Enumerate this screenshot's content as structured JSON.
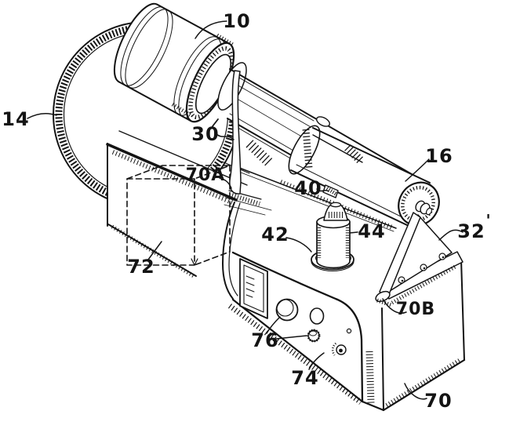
{
  "figure": {
    "kind": "patent-line-drawing",
    "background": "#ffffff",
    "ink": "#141414",
    "labels": {
      "l10": {
        "text": "10"
      },
      "l14": {
        "text": "14"
      },
      "l16": {
        "text": "16"
      },
      "l30": {
        "text": "30"
      },
      "l32": {
        "text": "32",
        "prime": "'"
      },
      "l40": {
        "text": "40"
      },
      "l42": {
        "text": "42"
      },
      "l44": {
        "text": "44"
      },
      "l70": {
        "text": "70"
      },
      "l70A": {
        "text": "70A"
      },
      "l70B": {
        "text": "70B"
      },
      "l72": {
        "text": "72"
      },
      "l74": {
        "text": "74"
      },
      "l76": {
        "text": "76"
      }
    }
  }
}
